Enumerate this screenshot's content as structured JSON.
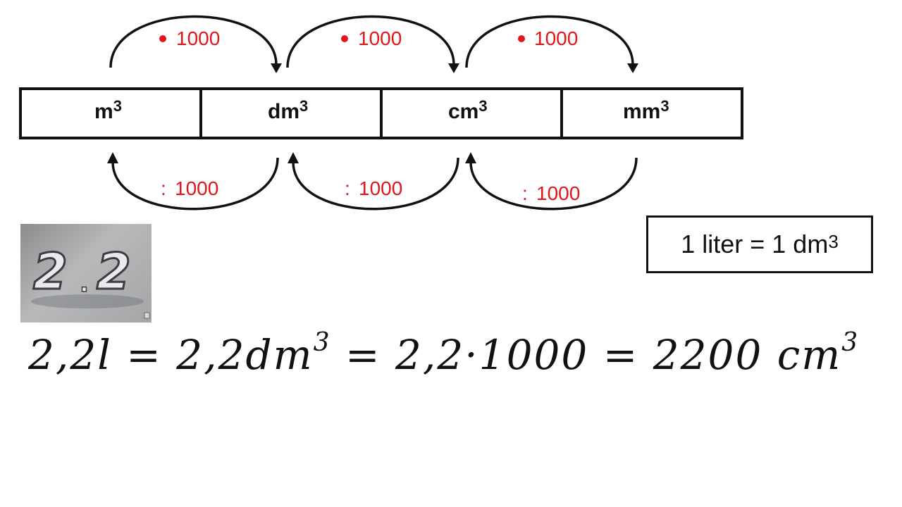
{
  "units": [
    {
      "base": "m",
      "exp": "3"
    },
    {
      "base": "dm",
      "exp": "3"
    },
    {
      "base": "cm",
      "exp": "3"
    },
    {
      "base": "mm",
      "exp": "3"
    }
  ],
  "multiply_factor": "1000",
  "divide_symbol": ":",
  "divide_factor": "1000",
  "liter_box": {
    "lhs": "1 liter = 1 dm",
    "exp": "3"
  },
  "thumbnail": {
    "badge_left": "2",
    "badge_dot": ".",
    "badge_right": "2"
  },
  "handwritten_equation": {
    "part1": "2,2l = 2,2dm",
    "exp1": "3",
    "part2": " = 2,2·1000 = 2200 cm",
    "exp2": "3"
  },
  "colors": {
    "accent_red": "#e0161b",
    "ink": "#111111"
  }
}
